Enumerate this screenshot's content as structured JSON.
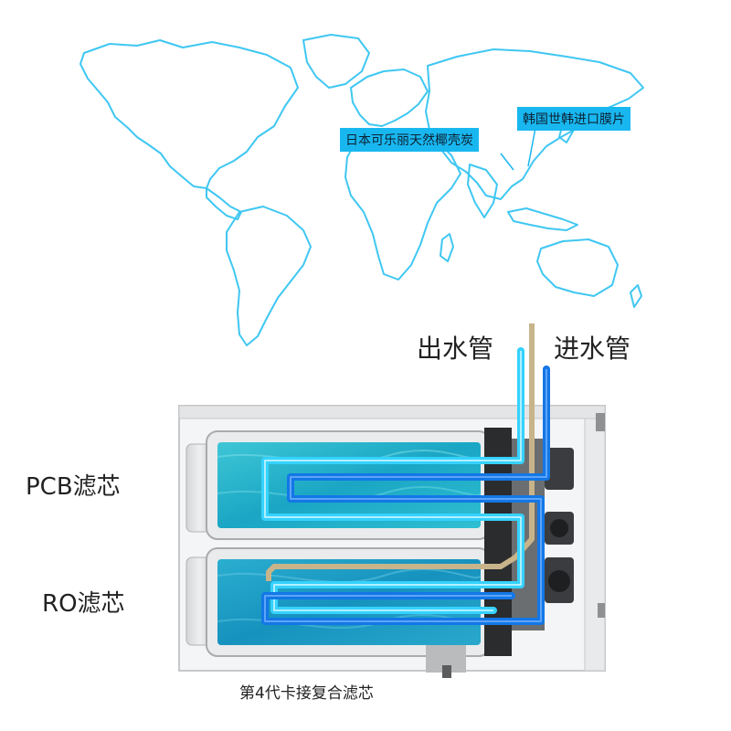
{
  "map": {
    "callouts": [
      {
        "text": "日本可乐丽天然椰壳炭"
      },
      {
        "text": "韩国世韩进口膜片"
      }
    ]
  },
  "pipes": {
    "outlet_label": "出水管",
    "inlet_label": "进水管"
  },
  "filters": {
    "top_label": "PCB滤芯",
    "bottom_label": "RO滤芯",
    "caption": "第4代卡接复合滤芯"
  },
  "colors": {
    "map_outline": "#3fc7f2",
    "callout_bg": "#19b7f0",
    "cartridge_water": "#1fb3cf",
    "flow_light": "#35d2ff",
    "flow_dark": "#1377e6",
    "tube_tan": "#c8b48a"
  }
}
